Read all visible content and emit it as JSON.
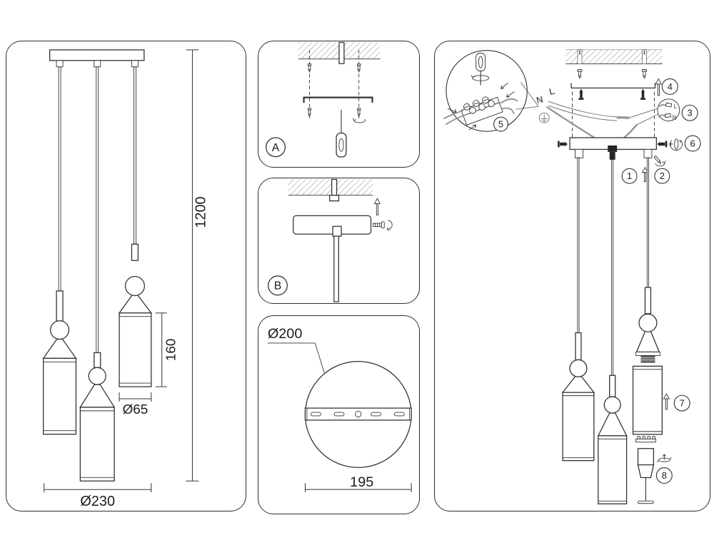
{
  "colors": {
    "line": "#333333",
    "wire": "#949494",
    "hatch": "#8a8a8a",
    "label_gray": "#666666",
    "background": "#ffffff"
  },
  "panels": {
    "dimensions": {
      "total_height": "1200",
      "shade_height": "160",
      "shade_diameter": "Ø65",
      "overall_diameter": "Ø230"
    },
    "step_a": {
      "label": "A"
    },
    "step_b": {
      "label": "B"
    },
    "mounting_plate": {
      "diameter": "Ø200",
      "width": "195"
    },
    "assembly": {
      "wire_neutral": "N",
      "wire_live": "L",
      "terminal_live": "L",
      "terminal_neutral": "N",
      "steps": {
        "s1": "1",
        "s2": "2",
        "s3": "3",
        "s4": "4",
        "s5": "5",
        "s6": "6",
        "s7": "7",
        "s8": "8"
      }
    }
  }
}
